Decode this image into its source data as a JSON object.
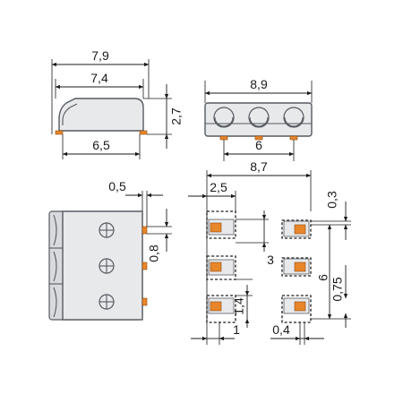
{
  "views": {
    "side": {
      "dims": {
        "overall_width": "7,9",
        "top_width": "7,4",
        "height": "2,7",
        "bottom_width": "6,5"
      }
    },
    "front": {
      "dims": {
        "width": "8,9",
        "pitch": "6"
      }
    },
    "left_end": {
      "dims": {
        "pin_offset": "0,5",
        "pin_pitch": "0,8"
      }
    },
    "footprint": {
      "dims": {
        "overall": "8,7",
        "pad_spacing": "2,5",
        "pad_height": "0,3",
        "row_pitch": "3",
        "total_pitch": "6",
        "pad_gap": "1,4",
        "pad_offset": "0,75",
        "pad_width": "1",
        "pad_inner": "0,4"
      }
    }
  },
  "colors": {
    "body": "#e8e9eb",
    "outline": "#555a60",
    "pin": "#e8862a",
    "dimension": "#1a1a1a"
  }
}
